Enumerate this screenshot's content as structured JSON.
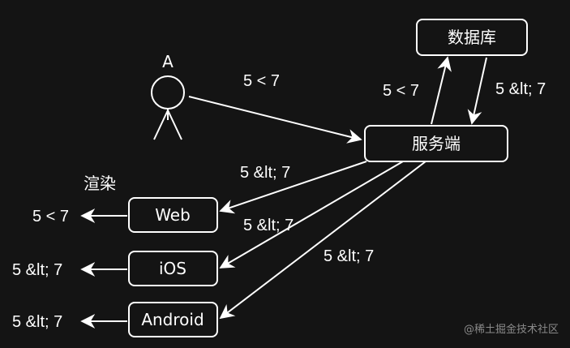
{
  "actor": {
    "label": "A",
    "icon": "stick-figure-icon"
  },
  "nodes": {
    "database": "数据库",
    "server": "服务端",
    "web": "Web",
    "ios": "iOS",
    "android": "Android"
  },
  "edges": {
    "actor_to_server": "5 < 7",
    "server_to_database": "5 < 7",
    "database_to_server": "5 &lt; 7",
    "server_to_web": "5 &lt; 7",
    "server_to_ios": "5 &lt; 7",
    "server_to_android": "5 &lt; 7"
  },
  "render": {
    "heading": "渲染",
    "web_output": "5 < 7",
    "ios_output": "5 &lt; 7",
    "android_output": "5 &lt; 7"
  },
  "watermark": "@稀土掘金技术社区",
  "colors": {
    "background": "#141414",
    "foreground": "#ffffff",
    "watermark": "#8a8a8a"
  }
}
